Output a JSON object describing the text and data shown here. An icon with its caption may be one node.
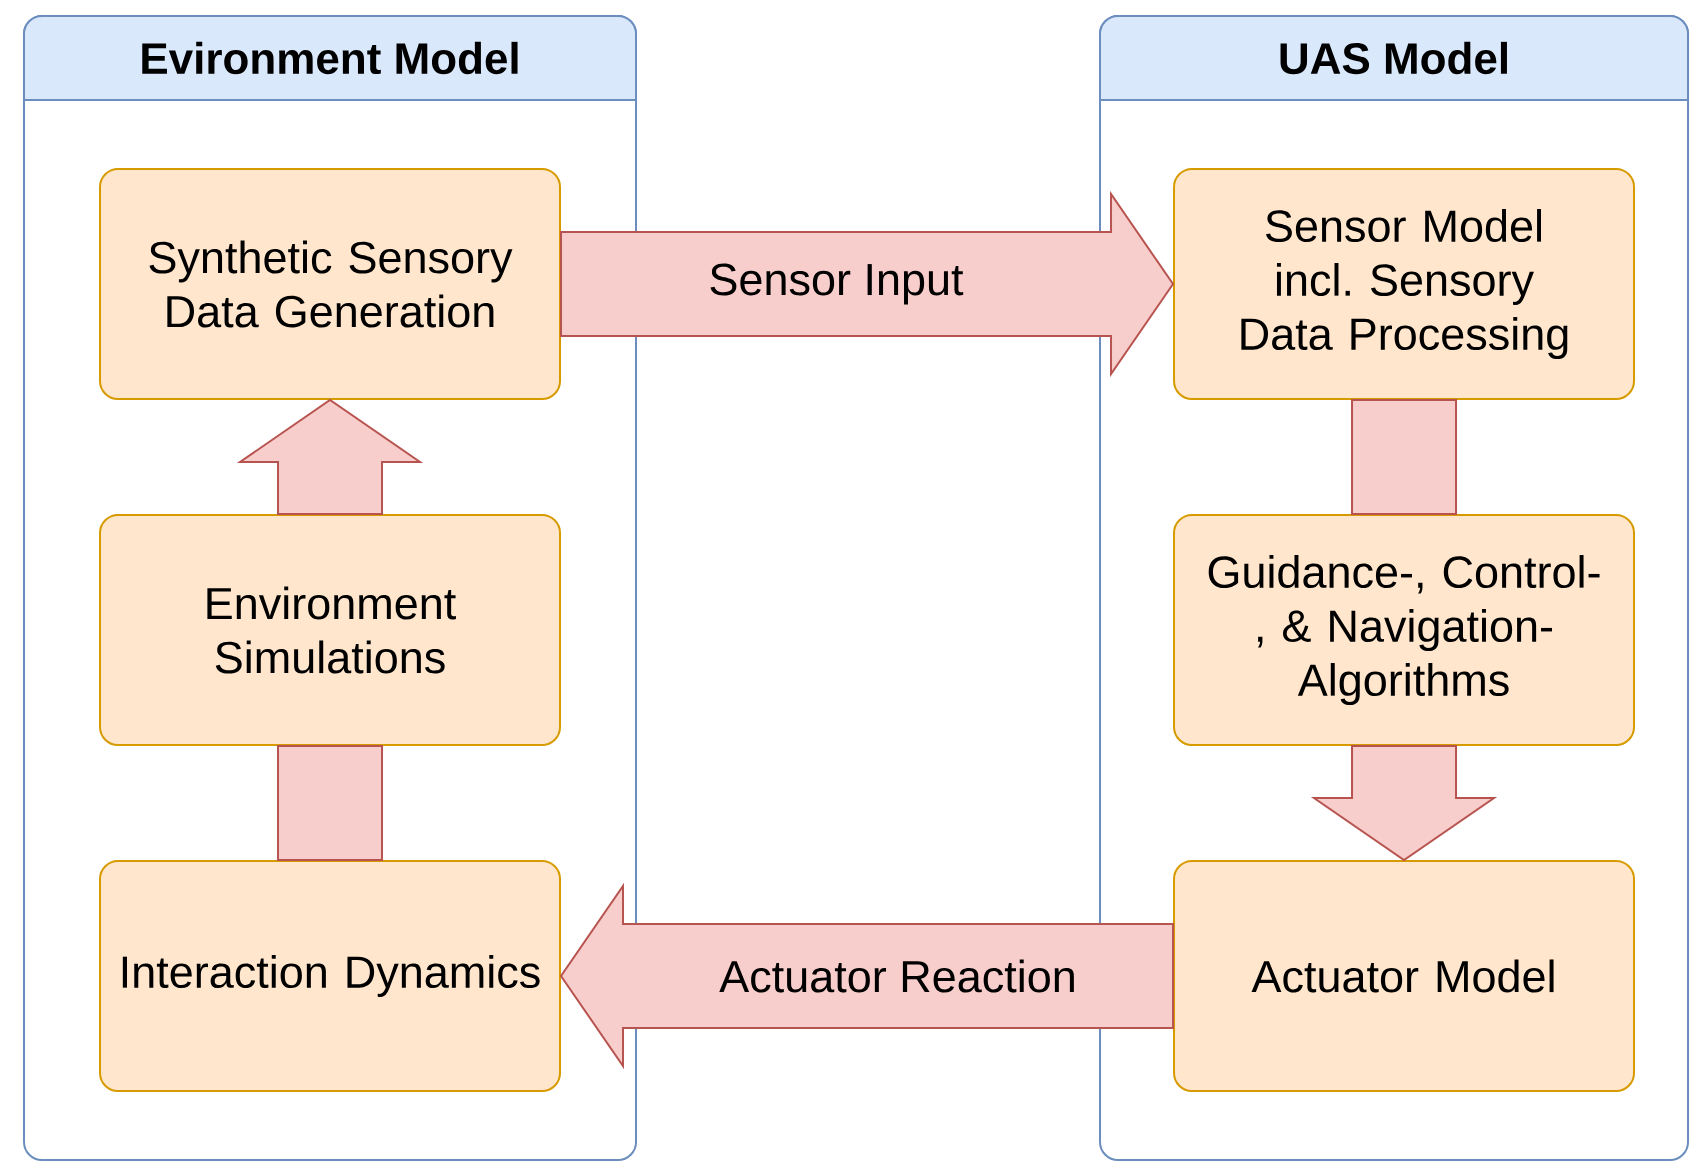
{
  "diagram": {
    "nodes": [
      {
        "text": [
          "Evironment Model"
        ]
      },
      {
        "text": [
          "Synthetic Sensory Data Generation"
        ],
        "in": 0
      },
      {
        "text": [
          "Environment Simulations"
        ],
        "in": 0
      },
      {
        "text": [
          "Interaction Dynamics"
        ],
        "in": 0
      },
      {
        "text": [
          "UAS Model"
        ]
      },
      {
        "text": [
          "Sensor Model incl. Sensory Data Processing"
        ],
        "in": 4
      },
      {
        "text": [
          "Guidance-, Control-, & Navigation- Algorithms"
        ],
        "in": 4
      },
      {
        "text": [
          "Actuator Model"
        ],
        "in": 4
      }
    ],
    "edges": [
      {
        "from": 1,
        "to": 5,
        "arrow": "to",
        "label": "Sensor Input"
      },
      {
        "from": 5,
        "to": 6,
        "arrow": "none"
      },
      {
        "from": 6,
        "to": 7,
        "arrow": "to"
      },
      {
        "from": 7,
        "to": 3,
        "arrow": "to",
        "label": "Actuator Reaction"
      },
      {
        "from": 3,
        "to": 2,
        "arrow": "none"
      },
      {
        "from": 2,
        "to": 1,
        "arrow": "to"
      }
    ]
  }
}
